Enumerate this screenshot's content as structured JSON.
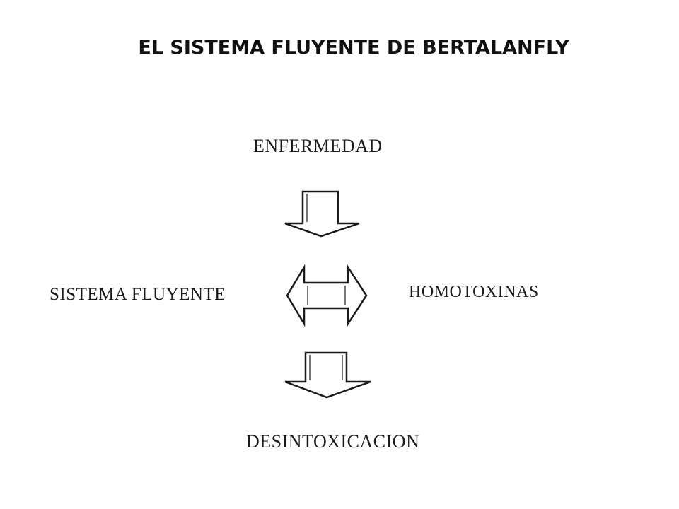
{
  "title": "EL SISTEMA FLUYENTE DE BERTALANFLY",
  "nodes": {
    "enfermedad": "ENFERMEDAD",
    "sistema_fluyente": "SISTEMA FLUYENTE",
    "homotoxinas": "HOMOTOXINAS",
    "desintoxicacion": "DESINTOXICACION"
  },
  "colors": {
    "ink": "#1a1a1a",
    "background": "#ffffff"
  }
}
